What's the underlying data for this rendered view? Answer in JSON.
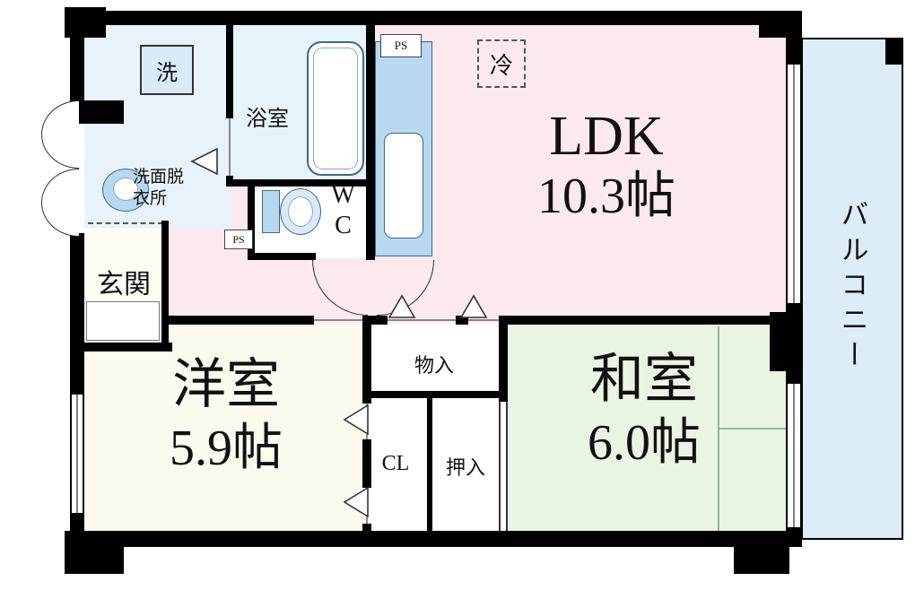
{
  "colors": {
    "wall": "#000000",
    "ldk": "#fce9ed",
    "wet_area": "#e7f2fa",
    "bath": "#e6f3fb",
    "western_room": "#fcfaef",
    "japanese_room": "#e9f4e2",
    "balcony": "#dcedf7",
    "fixture_blue": "#b7d8ee"
  },
  "rooms": {
    "ldk": {
      "name": "LDK",
      "size": "10.3帖"
    },
    "western": {
      "name": "洋室",
      "size": "5.9帖"
    },
    "japanese": {
      "name": "和室",
      "size": "6.0帖"
    },
    "balcony": {
      "name": "バルコニー"
    },
    "bath": {
      "name": "浴室"
    },
    "washroom": {
      "name": "洗面脱衣所"
    },
    "wc": {
      "name": "WC"
    },
    "genkan": {
      "name": "玄関"
    },
    "storage": {
      "name": "物入"
    },
    "closet": {
      "name": "CL"
    },
    "oshiire": {
      "name": "押入"
    }
  },
  "fixtures": {
    "washer": {
      "label": "洗"
    },
    "fridge": {
      "label": "冷"
    },
    "ps_top": {
      "label": "PS"
    },
    "ps_mid": {
      "label": "PS"
    }
  }
}
